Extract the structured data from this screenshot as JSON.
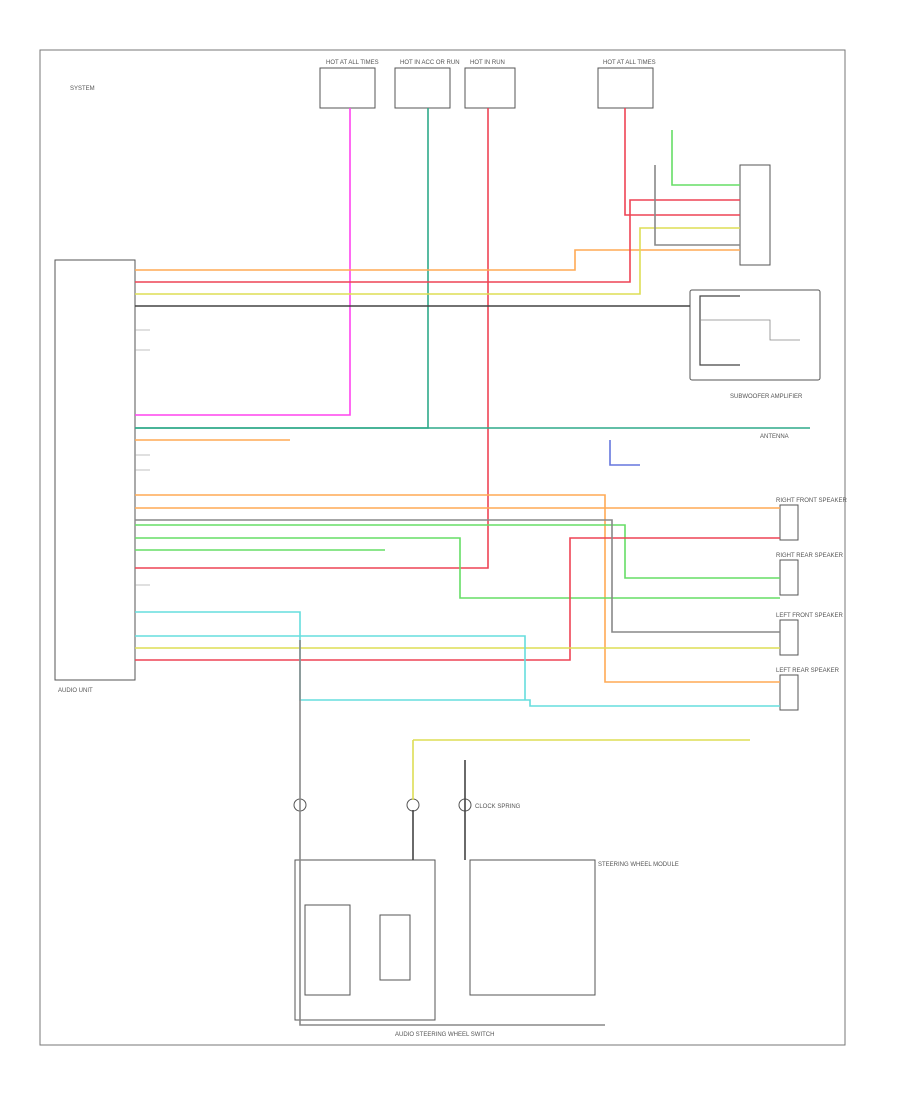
{
  "diagram": {
    "title": "AUDIO SYSTEM WIRING DIAGRAM",
    "corner_note": "SYSTEM",
    "footer_code": "",
    "modules": {
      "audio_unit": "AUDIO UNIT",
      "subwoofer": "SUBWOOFER AMPLIFIER",
      "wheel_switch": "AUDIO STEERING WHEEL SWITCH",
      "right_front": "RIGHT FRONT SPEAKER",
      "right_rear": "RIGHT REAR SPEAKER",
      "left_front": "LEFT FRONT SPEAKER",
      "left_rear": "LEFT REAR SPEAKER",
      "antenna": "ANTENNA",
      "clock_spring": "CLOCK SPRING",
      "steering_module": "STEERING WHEEL MODULE"
    },
    "fuse_labels": {
      "f1": "HOT AT ALL TIMES",
      "f2": "HOT IN ACC OR RUN",
      "f3": "HOT IN RUN",
      "f4": "HOT AT ALL TIMES"
    },
    "colors": {
      "pink": "#ff44ee",
      "teal": "#2faa8a",
      "red": "#ee4455",
      "orange": "#ffaa55",
      "green": "#66dd66",
      "cyan": "#66dddd",
      "yellow": "#dddd55",
      "gray": "#888888",
      "dark": "#444444"
    }
  }
}
